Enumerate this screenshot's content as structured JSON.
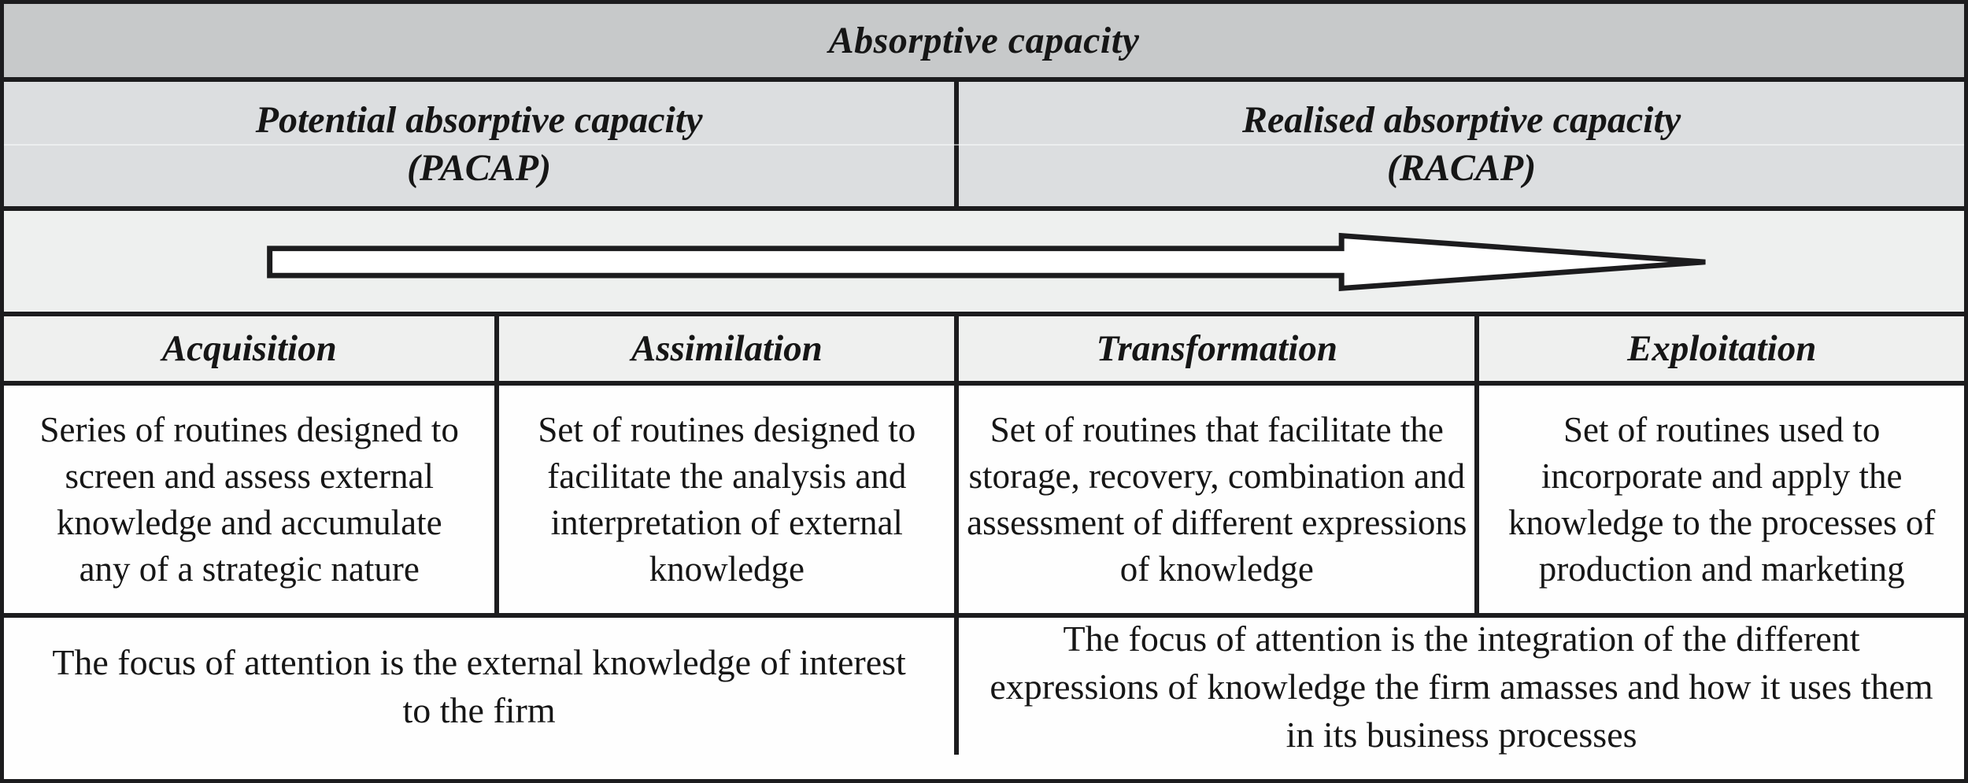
{
  "table": {
    "title": "Absorptive capacity",
    "groups": [
      {
        "name": "Potential absorptive capacity",
        "abbr": "(PACAP)"
      },
      {
        "name": "Realised absorptive capacity",
        "abbr": "(RACAP)"
      }
    ],
    "arrow_icon": "right-arrow-icon",
    "columns": [
      {
        "header": "Acquisition",
        "description": "Series of routines designed to screen and assess external knowledge and accumulate any of a strategic nature"
      },
      {
        "header": "Assimilation",
        "description": "Set of routines designed to facilitate the analysis and interpretation of external knowledge"
      },
      {
        "header": "Transformation",
        "description": "Set of routines that facilitate the storage, recovery, combination and assessment of different expressions of knowledge"
      },
      {
        "header": "Exploitation",
        "description": "Set of routines used to incorporate and apply the knowledge to the processes of production and marketing"
      }
    ],
    "focus": [
      {
        "text": "The focus of attention is the external knowledge of interest to the firm"
      },
      {
        "text": "The focus of attention is the integration of the different expressions of knowledge the firm amasses and how it uses them in its business processes"
      }
    ],
    "colors": {
      "border": "#1c1c1e",
      "title_band": "#c7c9ca",
      "group_band": "#dcdee0",
      "arrow_band": "#eef0ef",
      "header_band": "#eff0ef",
      "body_band": "#fefefe",
      "arrow_fill": "#ffffff"
    }
  }
}
